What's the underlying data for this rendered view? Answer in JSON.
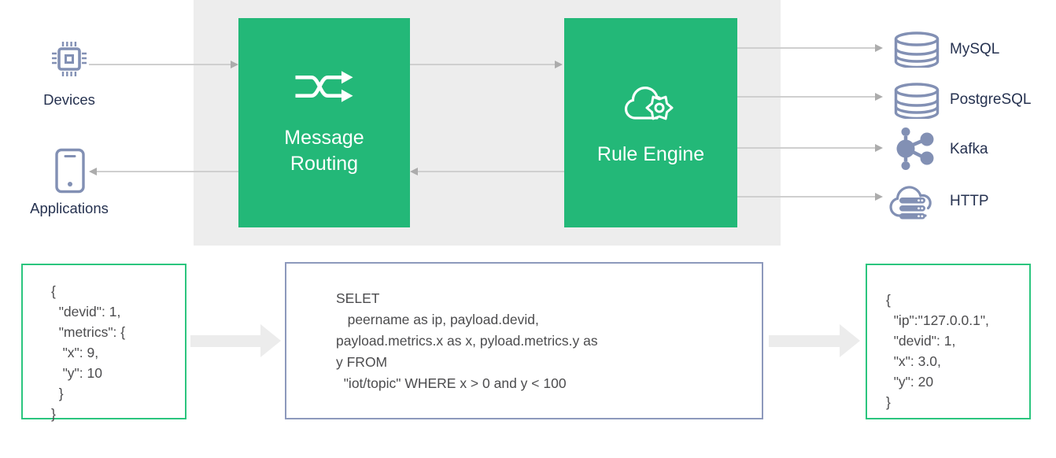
{
  "diagram": {
    "sources": [
      {
        "id": "devices",
        "label": "Devices",
        "icon": "chip-icon"
      },
      {
        "id": "applications",
        "label": "Applications",
        "icon": "smartphone-icon"
      }
    ],
    "process_boxes": [
      {
        "id": "message-routing",
        "label": "Message\nRouting",
        "icon": "shuffle-icon"
      },
      {
        "id": "rule-engine",
        "label": "Rule Engine",
        "icon": "cloud-gear-icon"
      }
    ],
    "sinks": [
      {
        "id": "mysql",
        "label": "MySQL",
        "icon": "database-icon"
      },
      {
        "id": "postgresql",
        "label": "PostgreSQL",
        "icon": "database-icon"
      },
      {
        "id": "kafka",
        "label": "Kafka",
        "icon": "graph-nodes-icon"
      },
      {
        "id": "http",
        "label": "HTTP",
        "icon": "cloud-server-icon"
      }
    ],
    "code_blocks": {
      "input_json": "{\n  \"devid\": 1,\n  \"metrics\": {\n   \"x\": 9,\n   \"y\": 10\n  }\n}",
      "sql": "SELET\n   peername as ip, payload.devid,\npayload.metrics.x as x, pyload.metrics.y as\ny FROM\n  \"iot/topic\" WHERE x > 0 and y < 100",
      "output_json": "{\n  \"ip\":\"127.0.0.1\",\n  \"devid\": 1,\n  \"x\": 3.0,\n  \"y\": 20\n}"
    },
    "colors": {
      "green": "#23B878",
      "green-border": "#2BC57E",
      "slate": "#8290B4",
      "navy": "#263250",
      "band": "#EDEDED",
      "code": "#4C4C4E",
      "line": "#CFCFCF",
      "ahead": "#ACACAC",
      "bigarrow": "#ECECEC",
      "sqlborder": "#8D99BC"
    }
  }
}
